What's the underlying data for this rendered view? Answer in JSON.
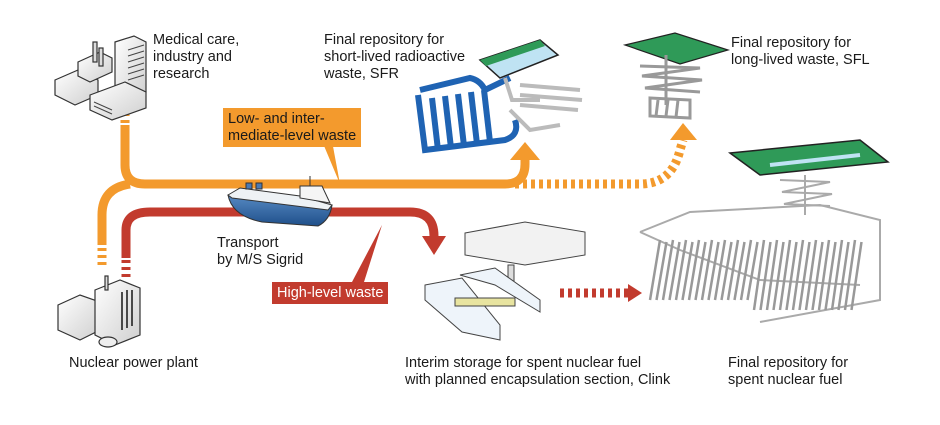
{
  "colors": {
    "low_intermediate_flow": "#f39a2d",
    "high_level_flow": "#c23b2e",
    "sfr_tunnels": "#1f63b3",
    "surface_green": "#2f9a58",
    "water_blue": "#bfe3f3"
  },
  "nodes": {
    "medical": {
      "label": "Medical care,\nindustry and\nresearch",
      "icon": "industrial-buildings-icon"
    },
    "nuclear_plant": {
      "label": "Nuclear power plant",
      "icon": "nuclear-power-plant-icon"
    },
    "ship": {
      "label": "Transport\nby M/S Sigrid",
      "icon": "cargo-ship-icon"
    },
    "sfr": {
      "label": "Final repository for\nshort-lived radioactive\nwaste, SFR",
      "icon": "sfr-repository-icon"
    },
    "sfl": {
      "label": "Final repository for\nlong-lived waste, SFL",
      "icon": "sfl-repository-icon"
    },
    "clink": {
      "label": "Interim storage for spent nuclear fuel\nwith planned encapsulation section, Clink",
      "icon": "interim-storage-icon"
    },
    "spent_fuel_repo": {
      "label": "Final repository for\nspent nuclear fuel",
      "icon": "spent-fuel-repository-icon"
    }
  },
  "callouts": {
    "low_intermediate": "Low- and inter-\nmediate-level waste",
    "high_level": "High-level waste"
  },
  "flows": [
    {
      "from": "Medical care, industry and research",
      "to": "Final repository for short-lived radioactive waste, SFR",
      "type": "Low- and intermediate-level waste",
      "style": "solid"
    },
    {
      "from": "Nuclear power plant",
      "to": "Final repository for short-lived radioactive waste, SFR",
      "type": "Low- and intermediate-level waste",
      "style": "solid"
    },
    {
      "from": "Low- and intermediate-level waste stream",
      "to": "Final repository for long-lived waste, SFL",
      "type": "Low- and intermediate-level waste",
      "style": "dashed"
    },
    {
      "from": "Nuclear power plant",
      "to": "Interim storage for spent nuclear fuel, Clink",
      "type": "High-level waste",
      "style": "solid"
    },
    {
      "from": "Interim storage for spent nuclear fuel, Clink",
      "to": "Final repository for spent nuclear fuel",
      "type": "High-level waste",
      "style": "dashed"
    }
  ]
}
